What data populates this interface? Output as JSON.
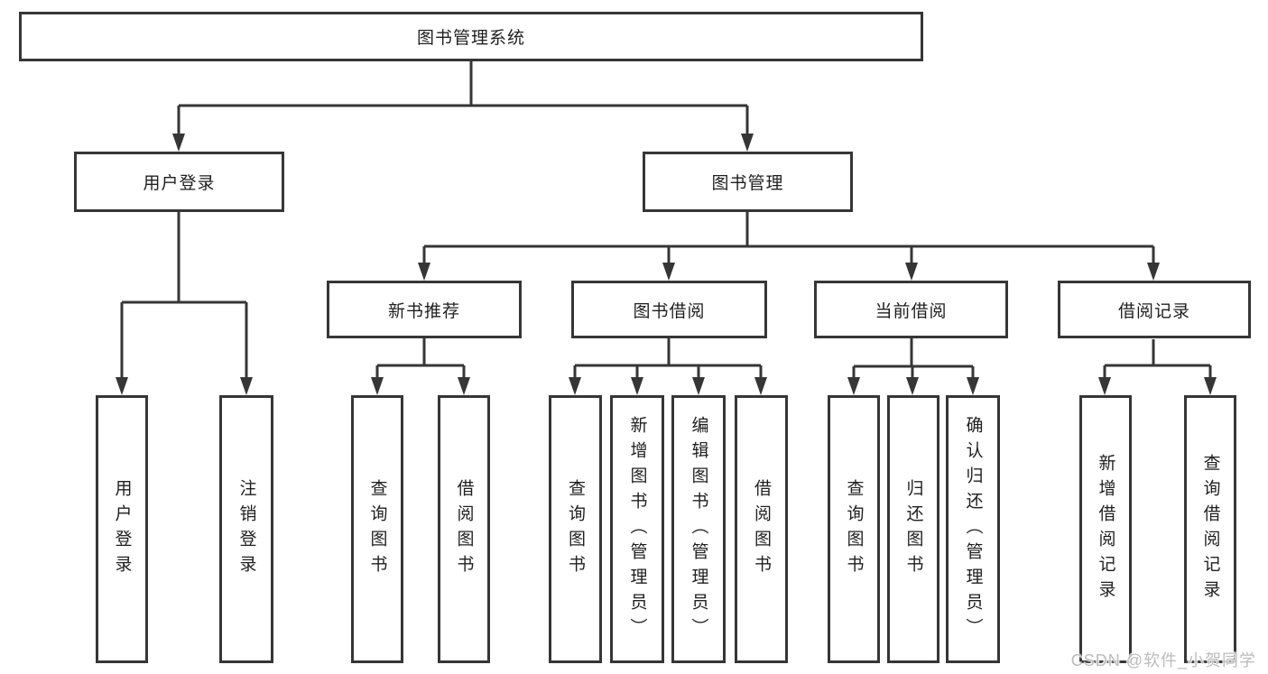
{
  "tree": {
    "root": {
      "label": "图书管理系统",
      "children": [
        {
          "label": "用户登录",
          "children": [
            {
              "label": "用户登录"
            },
            {
              "label": "注销登录"
            }
          ]
        },
        {
          "label": "图书管理",
          "children": [
            {
              "label": "新书推荐",
              "children": [
                {
                  "label": "查询图书"
                },
                {
                  "label": "借阅图书"
                }
              ]
            },
            {
              "label": "图书借阅",
              "children": [
                {
                  "label": "查询图书"
                },
                {
                  "label": "新增图书（管理员）"
                },
                {
                  "label": "编辑图书（管理员）"
                },
                {
                  "label": "借阅图书"
                }
              ]
            },
            {
              "label": "当前借阅",
              "children": [
                {
                  "label": "查询图书"
                },
                {
                  "label": "归还图书"
                },
                {
                  "label": "确认归还（管理员）"
                }
              ]
            },
            {
              "label": "借阅记录",
              "children": [
                {
                  "label": "新增借阅记录"
                },
                {
                  "label": "查询借阅记录"
                }
              ]
            }
          ]
        }
      ]
    }
  },
  "watermark": {
    "text": "CSDN @软件_小贺同学"
  },
  "colors": {
    "background": "#ffffff",
    "box_border": "#363636",
    "connector": "#363636",
    "text": "#1f1f1f",
    "watermark": "#bcbcbc"
  }
}
